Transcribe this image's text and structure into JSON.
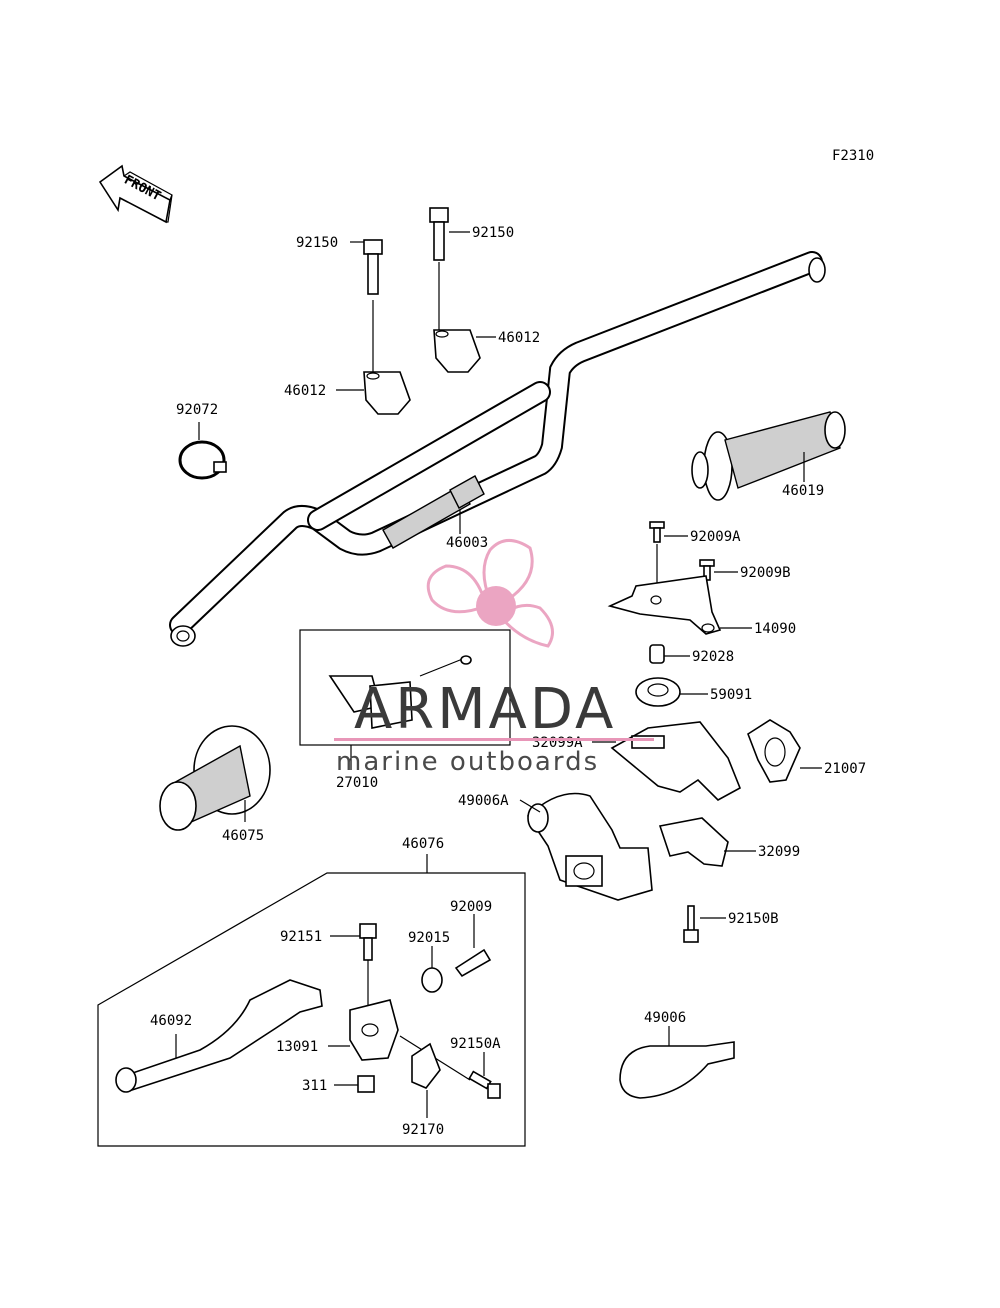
{
  "figure_code": "F2310",
  "front_label": "FRONT",
  "watermark": {
    "brand": "ARMADA",
    "tagline": "marine outboards",
    "logo_color": "#e896b8"
  },
  "parts": {
    "p92150a": "92150",
    "p92150b": "92150",
    "p46012a": "46012",
    "p46012b": "46012",
    "p92072": "92072",
    "p46019": "46019",
    "p46003": "46003",
    "p92009A": "92009A",
    "p92009B": "92009B",
    "p14090": "14090",
    "p92028": "92028",
    "p59091": "59091",
    "p32099A": "32099A",
    "p21007": "21007",
    "p27010": "27010",
    "p49006A": "49006A",
    "p32099": "32099",
    "p46075": "46075",
    "p46076": "46076",
    "p92009": "92009",
    "p92151": "92151",
    "p92015": "92015",
    "p92150B": "92150B",
    "p46092": "46092",
    "p13091": "13091",
    "p92150A": "92150A",
    "p311": "311",
    "p92170": "92170",
    "p49006": "49006"
  }
}
